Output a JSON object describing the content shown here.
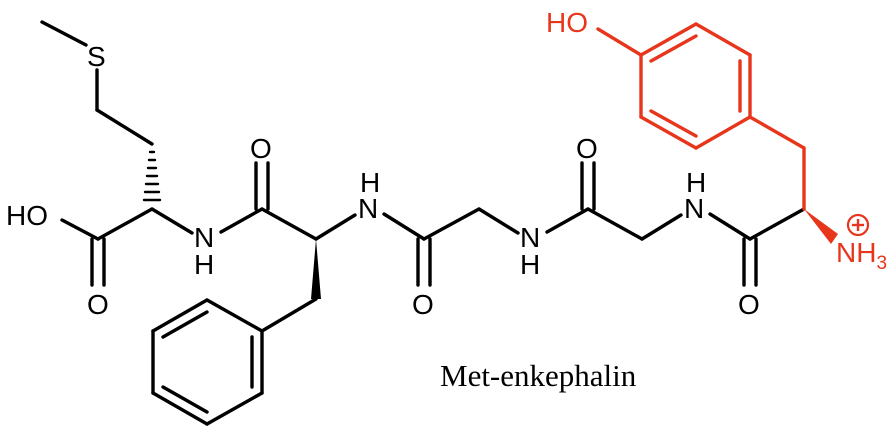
{
  "molecule": {
    "caption": "Met-enkephalin",
    "atoms": {
      "sulfur": "S",
      "carboxyl_oh": "HO",
      "carbonyl_o1": "O",
      "carbonyl_o2": "O",
      "carbonyl_o3": "O",
      "carbonyl_o4": "O",
      "carbonyl_o5": "O",
      "amide_n1": "N",
      "amide_h1": "H",
      "amide_n2": "N",
      "amide_h2": "H",
      "amide_n3": "N",
      "amide_h3": "H",
      "amide_n4": "N",
      "amide_h4": "H",
      "phenol_oh": "HO",
      "ammonium_n": "NH",
      "ammonium_sub": "3",
      "charge": "+"
    },
    "colors": {
      "highlight": "#e8361c",
      "default": "#000000"
    }
  }
}
